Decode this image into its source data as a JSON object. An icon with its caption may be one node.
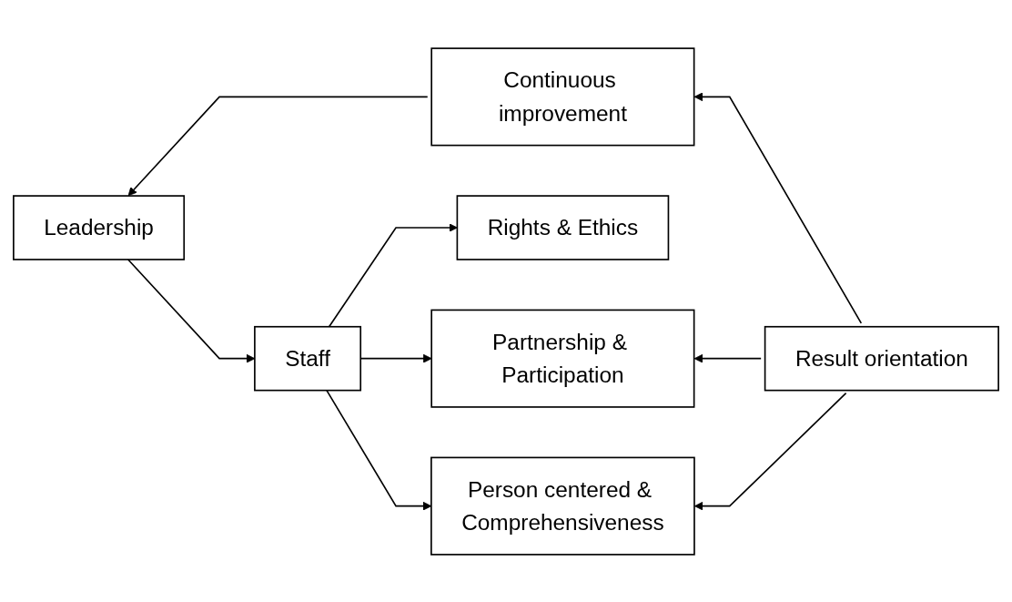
{
  "diagram": {
    "nodes": [
      {
        "text": [
          "Continuous improvement"
        ]
      },
      {
        "text": [
          "Rights & Ethics"
        ]
      },
      {
        "text": [
          "Leadership"
        ]
      },
      {
        "text": [
          "Staff"
        ]
      },
      {
        "text": [
          "Partnership & Participation"
        ]
      },
      {
        "text": [
          "Result orientation"
        ]
      },
      {
        "text": [
          "Person centered & Comprehensiveness"
        ]
      }
    ],
    "edges": [
      {
        "from": 0,
        "to": 2,
        "arrow": "to"
      },
      {
        "from": 3,
        "to": 1,
        "arrow": "to"
      },
      {
        "from": 2,
        "to": 3,
        "arrow": "to"
      },
      {
        "from": 3,
        "to": 4,
        "arrow": "to"
      },
      {
        "from": 5,
        "to": 4,
        "arrow": "to"
      },
      {
        "from": 5,
        "to": 0,
        "arrow": "to"
      },
      {
        "from": 3,
        "to": 6,
        "arrow": "to"
      },
      {
        "from": 5,
        "to": 6,
        "arrow": "to"
      }
    ]
  }
}
